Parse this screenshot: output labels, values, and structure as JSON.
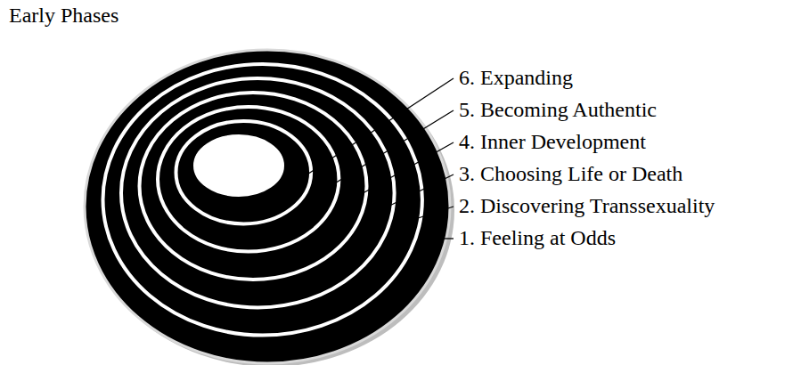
{
  "diagram": {
    "title": "Early Phases",
    "labels": [
      "6. Expanding",
      "5. Becoming Authentic",
      "4. Inner Development",
      "3. Choosing Life or Death",
      "2. Discovering Transsexuality",
      "1. Feeling at Odds"
    ]
  }
}
